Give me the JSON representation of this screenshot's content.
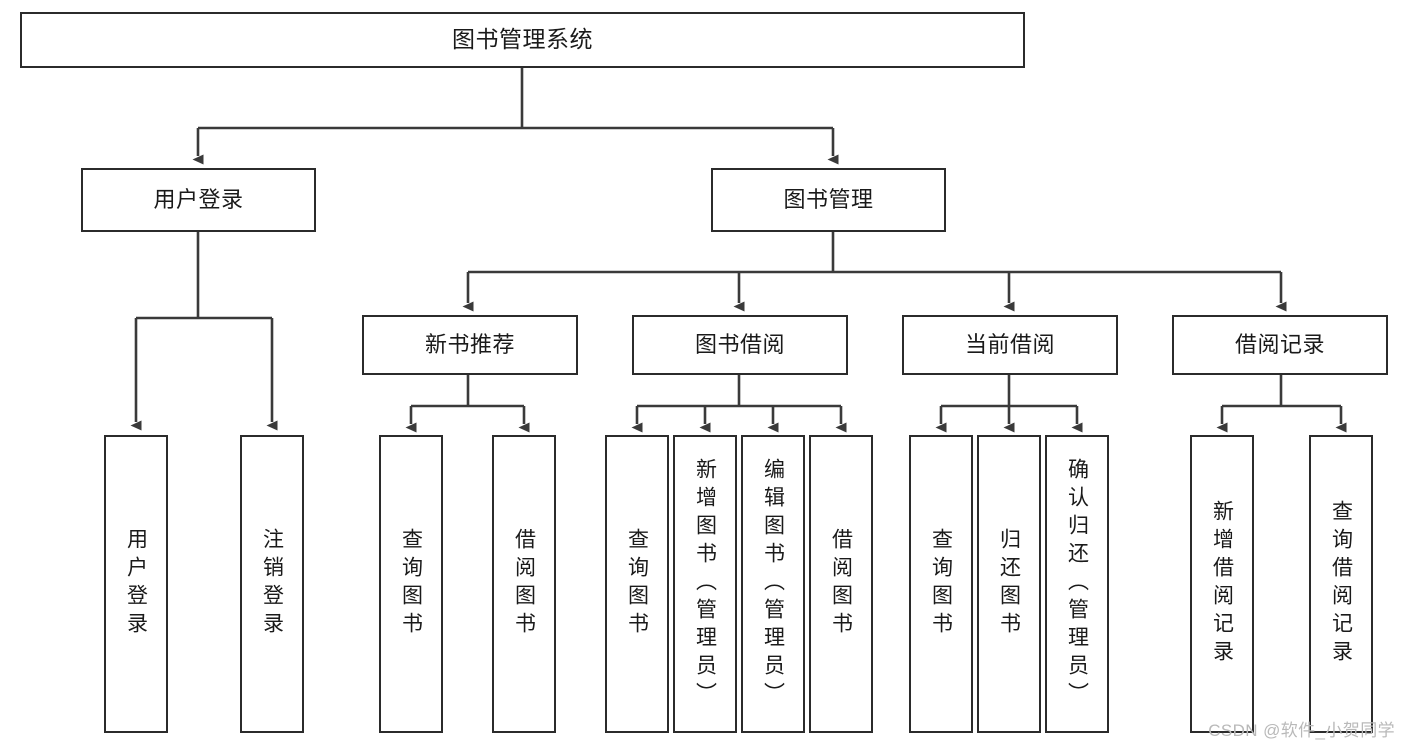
{
  "diagram": {
    "title": "图书管理系统",
    "type": "tree-hierarchy",
    "style": {
      "box_border_color": "#2b2b2b",
      "box_fill_color": "#ffffff",
      "connector_color": "#3a3a3a",
      "text_color": "#1a1a1a",
      "background_color": "#ffffff",
      "watermark_color": "#b9b9b9"
    },
    "root": {
      "label": "图书管理系统"
    },
    "level1": [
      {
        "label": "用户登录"
      },
      {
        "label": "图书管理"
      }
    ],
    "level2": [
      {
        "label": "新书推荐"
      },
      {
        "label": "图书借阅"
      },
      {
        "label": "当前借阅"
      },
      {
        "label": "借阅记录"
      }
    ],
    "leaves": {
      "user_login": [
        {
          "label": "用户登录"
        },
        {
          "label": "注销登录"
        }
      ],
      "new_book_recommend": [
        {
          "label": "查询图书"
        },
        {
          "label": "借阅图书"
        }
      ],
      "book_borrow": [
        {
          "label": "查询图书"
        },
        {
          "label": "新增图书（管理员）"
        },
        {
          "label": "编辑图书（管理员）"
        },
        {
          "label": "借阅图书"
        }
      ],
      "current_borrow": [
        {
          "label": "查询图书"
        },
        {
          "label": "归还图书"
        },
        {
          "label": "确认归还（管理员）"
        }
      ],
      "borrow_record": [
        {
          "label": "新增借阅记录"
        },
        {
          "label": "查询借阅记录"
        }
      ]
    },
    "watermark": "CSDN @软件_小贺同学"
  }
}
